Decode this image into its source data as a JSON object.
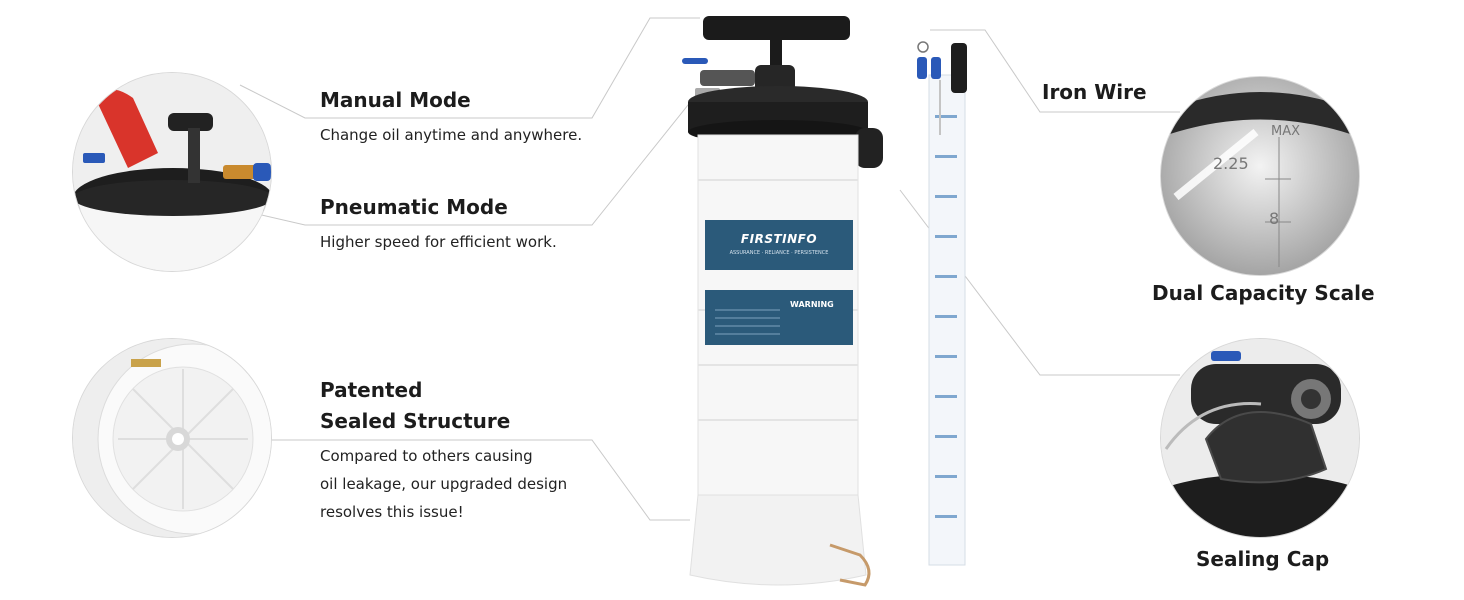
{
  "features": {
    "manual": {
      "title": "Manual Mode",
      "desc": "Change oil anytime and anywhere."
    },
    "pneumatic": {
      "title": "Pneumatic Mode",
      "desc": "Higher speed for efficient work."
    },
    "sealed": {
      "title_line1": "Patented",
      "title_line2": "Sealed Structure",
      "desc_line1": "Compared to others causing",
      "desc_line2": "oil leakage, our upgraded design",
      "desc_line3": "resolves this issue!"
    },
    "iron_wire": {
      "title": "Iron Wire"
    },
    "dual_scale": {
      "title": "Dual Capacity Scale",
      "mark_max": "MAX",
      "mark_1": "2.25",
      "mark_2": "8"
    },
    "sealing_cap": {
      "title": "Sealing Cap"
    }
  },
  "product": {
    "brand": "FIRSTINFO",
    "tagline": "ASSURANCE · RELIANCE · PERSISTENCE",
    "warning": "WARNING"
  },
  "colors": {
    "accent_blue": "#2b5a7a",
    "tank_white": "#f7f7f7",
    "lid_black": "#1b1b1b",
    "glove_red": "#d9342b"
  }
}
